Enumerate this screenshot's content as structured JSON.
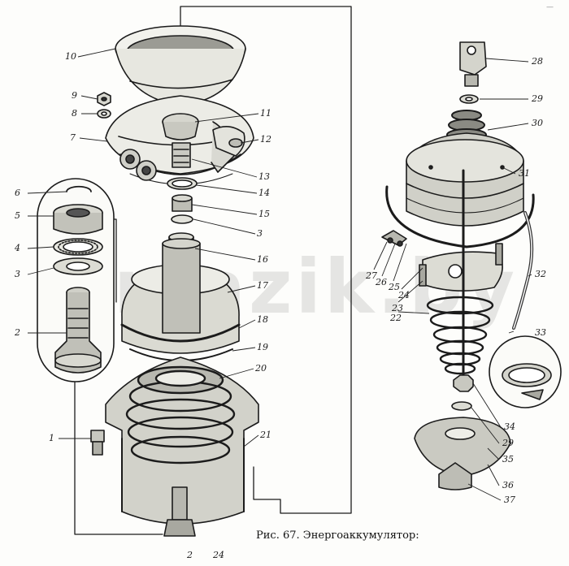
{
  "figure": {
    "caption": "Рис. 67. Энергоаккумулятор:",
    "watermark": "mazik.by",
    "corner_mark": "—"
  },
  "callouts": [
    {
      "id": "l10",
      "text": "10"
    },
    {
      "id": "l9",
      "text": "9"
    },
    {
      "id": "l8",
      "text": "8"
    },
    {
      "id": "l7",
      "text": "7"
    },
    {
      "id": "l11",
      "text": "11"
    },
    {
      "id": "l12",
      "text": "12"
    },
    {
      "id": "l13",
      "text": "13"
    },
    {
      "id": "l14",
      "text": "14"
    },
    {
      "id": "l15",
      "text": "15"
    },
    {
      "id": "l3b",
      "text": "3"
    },
    {
      "id": "l16",
      "text": "16"
    },
    {
      "id": "l17",
      "text": "17"
    },
    {
      "id": "l18",
      "text": "18"
    },
    {
      "id": "l19",
      "text": "19"
    },
    {
      "id": "l20",
      "text": "20"
    },
    {
      "id": "l21",
      "text": "21"
    },
    {
      "id": "l6",
      "text": "6"
    },
    {
      "id": "l5",
      "text": "5"
    },
    {
      "id": "l4",
      "text": "4"
    },
    {
      "id": "l3a",
      "text": "3"
    },
    {
      "id": "l2",
      "text": "2"
    },
    {
      "id": "l1",
      "text": "1"
    },
    {
      "id": "l2b",
      "text": "2"
    },
    {
      "id": "l24b",
      "text": "24"
    },
    {
      "id": "l28",
      "text": "28"
    },
    {
      "id": "l29a",
      "text": "29"
    },
    {
      "id": "l30",
      "text": "30"
    },
    {
      "id": "l31",
      "text": "31"
    },
    {
      "id": "l27",
      "text": "27"
    },
    {
      "id": "l26",
      "text": "26"
    },
    {
      "id": "l25",
      "text": "25"
    },
    {
      "id": "l24",
      "text": "24"
    },
    {
      "id": "l23",
      "text": "23"
    },
    {
      "id": "l22",
      "text": "22"
    },
    {
      "id": "l32",
      "text": "32"
    },
    {
      "id": "l33",
      "text": "33"
    },
    {
      "id": "l34",
      "text": "34"
    },
    {
      "id": "l29b",
      "text": "29"
    },
    {
      "id": "l35",
      "text": "35"
    },
    {
      "id": "l36",
      "text": "36"
    },
    {
      "id": "l37",
      "text": "37"
    }
  ]
}
